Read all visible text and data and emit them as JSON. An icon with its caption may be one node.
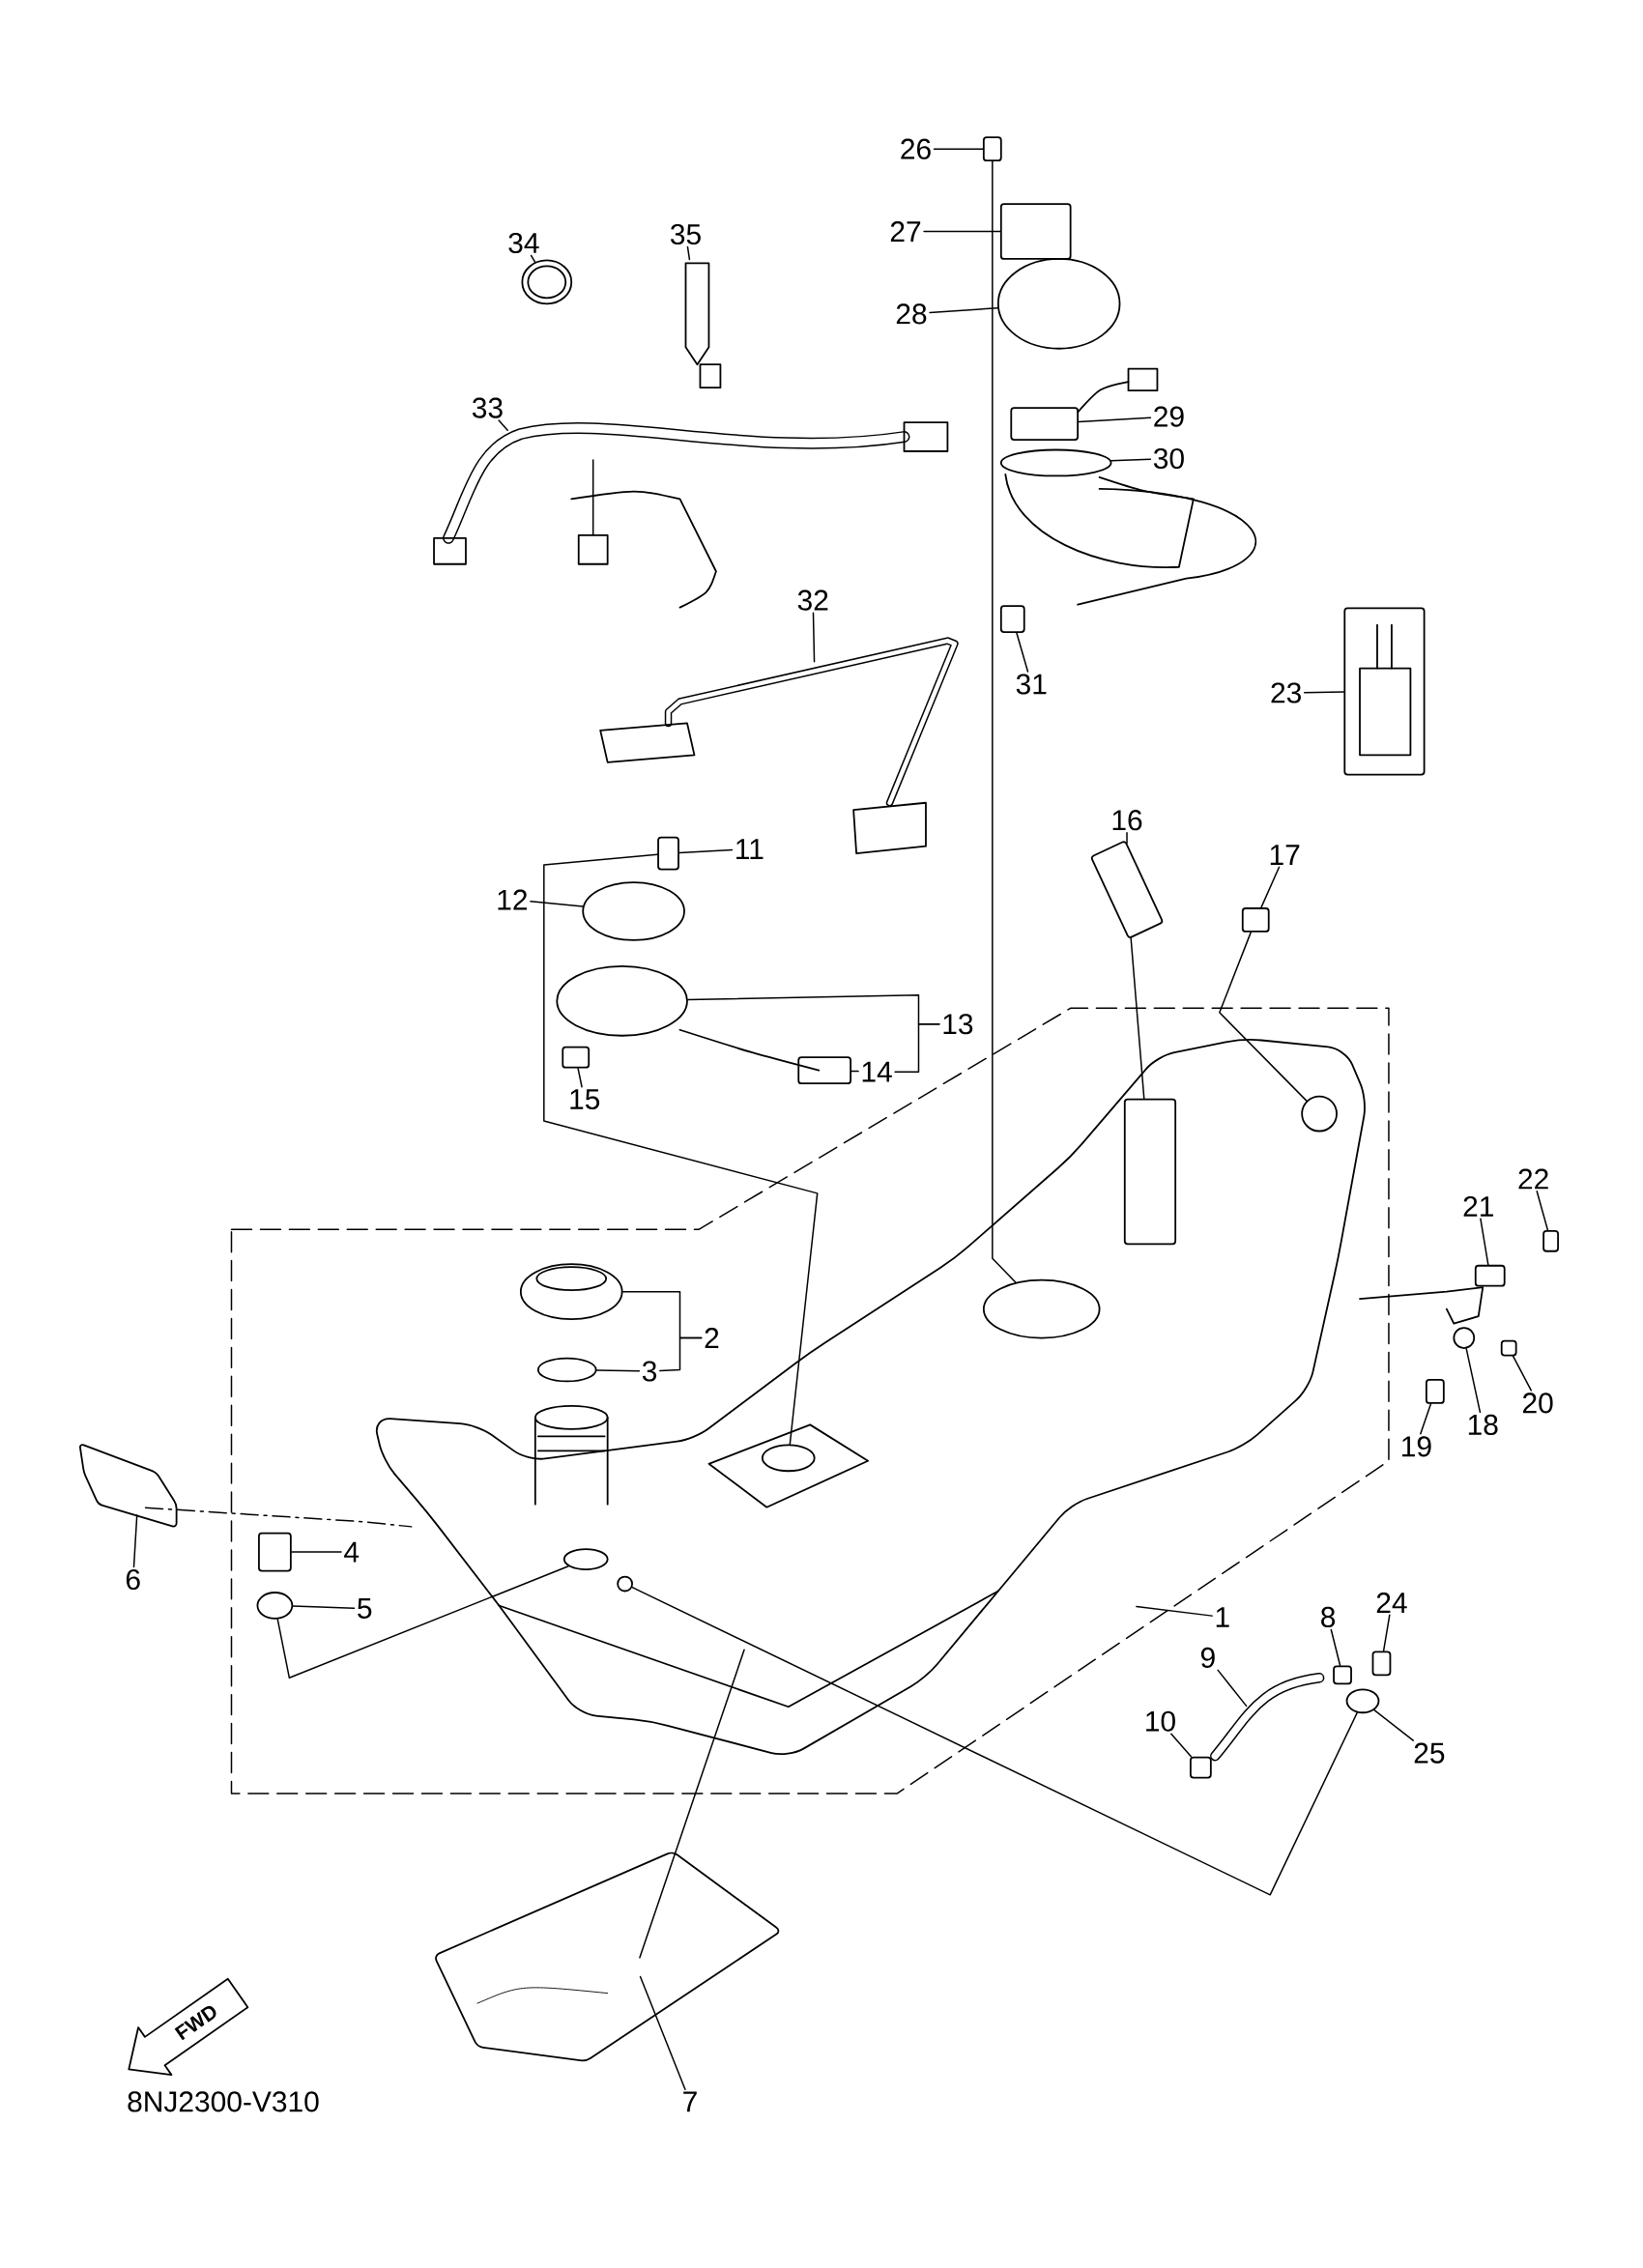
{
  "diagram": {
    "nodes": [
      {
        "text": [
          "1"
        ]
      },
      {
        "text": [
          "2"
        ]
      },
      {
        "text": [
          "3"
        ]
      },
      {
        "text": [
          "4"
        ]
      },
      {
        "text": [
          "5"
        ]
      },
      {
        "text": [
          "6"
        ]
      },
      {
        "text": [
          "7"
        ]
      },
      {
        "text": [
          "8"
        ]
      },
      {
        "text": [
          "9"
        ]
      },
      {
        "text": [
          "10"
        ]
      },
      {
        "text": [
          "11"
        ]
      },
      {
        "text": [
          "12"
        ]
      },
      {
        "text": [
          "13"
        ]
      },
      {
        "text": [
          "14"
        ]
      },
      {
        "text": [
          "15"
        ]
      },
      {
        "text": [
          "16"
        ]
      },
      {
        "text": [
          "17"
        ]
      },
      {
        "text": [
          "18"
        ]
      },
      {
        "text": [
          "19"
        ]
      },
      {
        "text": [
          "20"
        ]
      },
      {
        "text": [
          "21"
        ]
      },
      {
        "text": [
          "22"
        ]
      },
      {
        "text": [
          "23"
        ]
      },
      {
        "text": [
          "24"
        ]
      },
      {
        "text": [
          "25"
        ]
      },
      {
        "text": [
          "26"
        ]
      },
      {
        "text": [
          "27"
        ]
      },
      {
        "text": [
          "28"
        ]
      },
      {
        "text": [
          "29"
        ]
      },
      {
        "text": [
          "30"
        ]
      },
      {
        "text": [
          "31"
        ]
      },
      {
        "text": [
          "32"
        ]
      },
      {
        "text": [
          "33"
        ]
      },
      {
        "text": [
          "34"
        ]
      },
      {
        "text": [
          "35"
        ]
      },
      {
        "text": [],
        "shape": "picture"
      },
      {
        "text": [],
        "shape": "circle"
      },
      {
        "text": [],
        "shape": "circle"
      },
      {
        "text": [],
        "shape": "box"
      },
      {
        "text": [],
        "shape": "circle"
      },
      {
        "text": [],
        "shape": "picture"
      },
      {
        "text": [],
        "shape": "picture"
      },
      {
        "text": [],
        "shape": "box"
      },
      {
        "text": [],
        "shape": "picture"
      },
      {
        "text": [],
        "shape": "box"
      },
      {
        "text": [],
        "shape": "box"
      },
      {
        "text": [],
        "shape": "circle"
      },
      {
        "text": [],
        "shape": "circle"
      },
      {
        "text": [],
        "shape": "box"
      },
      {
        "text": [],
        "shape": "box"
      },
      {
        "text": [],
        "shape": "box"
      },
      {
        "text": [],
        "shape": "box"
      },
      {
        "text": [],
        "shape": "circle"
      },
      {
        "text": [],
        "shape": "box"
      },
      {
        "text": [],
        "shape": "box"
      },
      {
        "text": [],
        "shape": "box"
      },
      {
        "text": [],
        "shape": "box"
      },
      {
        "text": [],
        "shape": "box"
      },
      {
        "text": [],
        "shape": "box"
      },
      {
        "text": [],
        "shape": "circle"
      },
      {
        "text": [],
        "shape": "box"
      },
      {
        "text": [],
        "shape": "box"
      },
      {
        "text": [],
        "shape": "circle"
      },
      {
        "text": [],
        "shape": "box"
      },
      {
        "text": [],
        "shape": "circle"
      },
      {
        "text": [],
        "shape": "box"
      },
      {
        "text": [],
        "shape": "picture"
      },
      {
        "text": [],
        "shape": "picture"
      },
      {
        "text": [],
        "shape": "circle"
      },
      {
        "text": [],
        "shape": "picture"
      },
      {
        "text": [],
        "shape": "circle",
        "in": 35
      },
      {
        "text": [],
        "shape": "circle",
        "in": 35
      },
      {
        "text": [],
        "shape": "circle",
        "in": 35
      },
      {
        "text": [],
        "shape": "circle",
        "in": 35
      },
      {
        "text": [],
        "shape": "circle",
        "in": 35
      },
      {
        "text": [],
        "shape": "box",
        "in": 35
      }
    ],
    "edges": [
      {
        "from": 0,
        "to": 35,
        "arrow": "none"
      },
      {
        "from": 1,
        "to": 36,
        "arrow": "none"
      },
      {
        "from": 2,
        "to": 37,
        "arrow": "none"
      },
      {
        "from": 3,
        "to": 38,
        "arrow": "none"
      },
      {
        "from": 4,
        "to": 39,
        "arrow": "none"
      },
      {
        "from": 5,
        "to": 40,
        "arrow": "none"
      },
      {
        "from": 6,
        "to": 41,
        "arrow": "none"
      },
      {
        "from": 7,
        "to": 42,
        "arrow": "none"
      },
      {
        "from": 8,
        "to": 43,
        "arrow": "none"
      },
      {
        "from": 9,
        "to": 44,
        "arrow": "none"
      },
      {
        "from": 10,
        "to": 45,
        "arrow": "none"
      },
      {
        "from": 11,
        "to": 46,
        "arrow": "none"
      },
      {
        "from": 12,
        "to": 47,
        "arrow": "none"
      },
      {
        "from": 13,
        "to": 48,
        "arrow": "none"
      },
      {
        "from": 14,
        "to": 49,
        "arrow": "none"
      },
      {
        "from": 15,
        "to": 50,
        "arrow": "none"
      },
      {
        "from": 16,
        "to": 51,
        "arrow": "none"
      },
      {
        "from": 17,
        "to": 52,
        "arrow": "none"
      },
      {
        "from": 18,
        "to": 53,
        "arrow": "none"
      },
      {
        "from": 19,
        "to": 54,
        "arrow": "none"
      },
      {
        "from": 20,
        "to": 55,
        "arrow": "none"
      },
      {
        "from": 21,
        "to": 56,
        "arrow": "none"
      },
      {
        "from": 22,
        "to": 57,
        "arrow": "none"
      },
      {
        "from": 23,
        "to": 58,
        "arrow": "none"
      },
      {
        "from": 24,
        "to": 59,
        "arrow": "none"
      },
      {
        "from": 25,
        "to": 60,
        "arrow": "none"
      },
      {
        "from": 26,
        "to": 61,
        "arrow": "none"
      },
      {
        "from": 27,
        "to": 62,
        "arrow": "none"
      },
      {
        "from": 28,
        "to": 63,
        "arrow": "none"
      },
      {
        "from": 29,
        "to": 64,
        "arrow": "none"
      },
      {
        "from": 30,
        "to": 65,
        "arrow": "none"
      },
      {
        "from": 31,
        "to": 66,
        "arrow": "none"
      },
      {
        "from": 32,
        "to": 67,
        "arrow": "none"
      },
      {
        "from": 33,
        "to": 68,
        "arrow": "none"
      },
      {
        "from": 34,
        "to": 69,
        "arrow": "none"
      },
      {
        "from": 39,
        "to": 70,
        "arrow": "none"
      },
      {
        "from": 40,
        "to": 35,
        "arrow": "none",
        "style": "dashed"
      },
      {
        "from": 41,
        "to": 35,
        "arrow": "none"
      },
      {
        "from": 45,
        "to": 71,
        "arrow": "none"
      },
      {
        "from": 60,
        "to": 72,
        "arrow": "none"
      },
      {
        "from": 50,
        "to": 75,
        "arrow": "none"
      },
      {
        "from": 51,
        "to": 73,
        "arrow": "none"
      },
      {
        "from": 59,
        "to": 74,
        "arrow": "none"
      },
      {
        "from": 1,
        "to": 2,
        "arrow": "none"
      },
      {
        "from": 12,
        "to": 13,
        "arrow": "none"
      }
    ],
    "labels": [
      "FWD",
      "8NJ2300-V310"
    ]
  }
}
